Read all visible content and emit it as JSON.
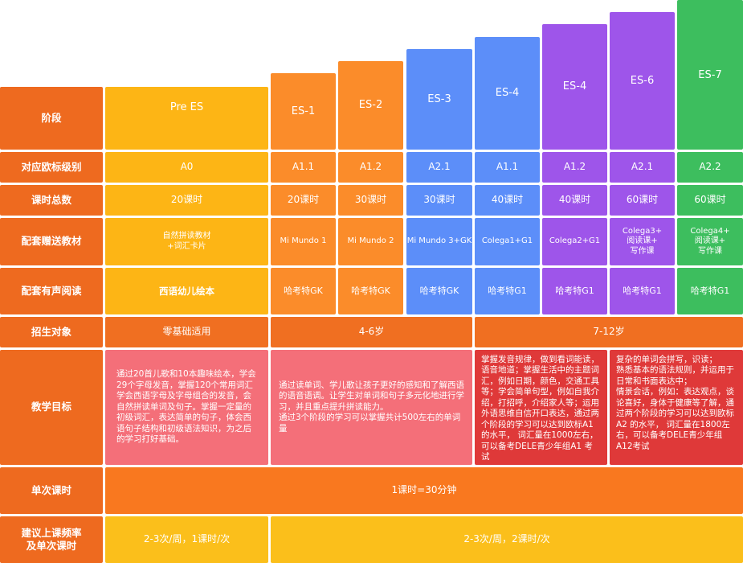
{
  "colors": {
    "header": "#EE6A1F",
    "pre_es": "#FDB515",
    "es1_es2": "#FB8C2A",
    "es3_es4": "#5C8EF9",
    "es4b_es6": "#9E55EA",
    "es7": "#3DBE5E",
    "age_row": "#F06F21",
    "goal_pink": "#F46F79",
    "goal_red": "#DF3939",
    "time_orange": "#F9781F",
    "freq_yellow": "#FBBF1B"
  },
  "rows": {
    "stage": "阶段",
    "cefr": "对应欧标级别",
    "hours": "课时总数",
    "material": "配套赠送教材",
    "reading": "配套有声阅读",
    "audience": "招生对象",
    "goals": "教学目标",
    "lesson_time": "单次课时",
    "frequency": "建议上课频率\n及单次课时"
  },
  "levels": [
    {
      "name": "Pre ES",
      "cefr": "A0",
      "hours": "20课时",
      "material": "自然拼读教材\n+词汇卡片",
      "reading": "西语幼儿绘本"
    },
    {
      "name": "ES-1",
      "cefr": "A1.1",
      "hours": "20课时",
      "material": "Mi Mundo 1",
      "reading": "哈考特GK"
    },
    {
      "name": "ES-2",
      "cefr": "A1.2",
      "hours": "30课时",
      "material": "Mi Mundo 2",
      "reading": "哈考特GK"
    },
    {
      "name": "ES-3",
      "cefr": "A2.1",
      "hours": "30课时",
      "material": "Mi Mundo 3+GK",
      "reading": "哈考特GK"
    },
    {
      "name": "ES-4",
      "cefr": "A1.1",
      "hours": "40课时",
      "material": "Colega1+G1",
      "reading": "哈考特G1"
    },
    {
      "name": "ES-4",
      "cefr": "A1.2",
      "hours": "40课时",
      "material": "Colega2+G1",
      "reading": "哈考特G1"
    },
    {
      "name": "ES-6",
      "cefr": "A2.1",
      "hours": "60课时",
      "material": "Colega3+\n阅读课+\n写作课",
      "reading": "哈考特G1"
    },
    {
      "name": "ES-7",
      "cefr": "A2.2",
      "hours": "60课时",
      "material": "Colega4+\n阅读课+\n写作课",
      "reading": "哈考特G1"
    }
  ],
  "audience": {
    "pre": "零基础适用",
    "mid": "4-6岁",
    "older": "7-12岁"
  },
  "goals": {
    "pre": "通过20首儿歌和10本趣味绘本，学会29个字母发音，掌握120个常用词汇学会西语字母及字母组合的发音，会自然拼读单词及句子。掌握一定量的初级词汇，表达简单的句子，体会西语句子结构和初级语法知识，为之后的学习打好基础。",
    "mid": "通过读单词、学儿歌让孩子更好的感知和了解西语的语音语调。让学生对单词和句子多元化地进行学习，并且重点提升拼读能力。\n通过3个阶段的学习可以掌握共计500左右的单词量",
    "es4": "掌握发音规律，做到看词能读，语音地道；掌握生活中的主题词汇，例如日期，颜色，交通工具等；学会简单句型，例如自我介绍，打招呼，介绍家人等；运用外语思维自信开口表达，通过两个阶段的学习可以达到欧标A1 的水平， 词汇量在1000左右，可以备考DELE青少年组A1 考试",
    "es6": "复杂的单词会拼写，识读；\n熟悉基本的语法规则，并运用于日常和书面表达中；\n情景会话，例如：表达观点，谈论喜好，身体于健康等了解，通过两个阶段的学习可以达到欧标A2 的水平， 词汇量在1800左右，可以备考DELE青少年组A12考试"
  },
  "lesson_time": "1课时=30分钟",
  "frequency": {
    "pre": "2-3次/周，1课时/次",
    "rest": "2-3次/周，2课时/次"
  }
}
